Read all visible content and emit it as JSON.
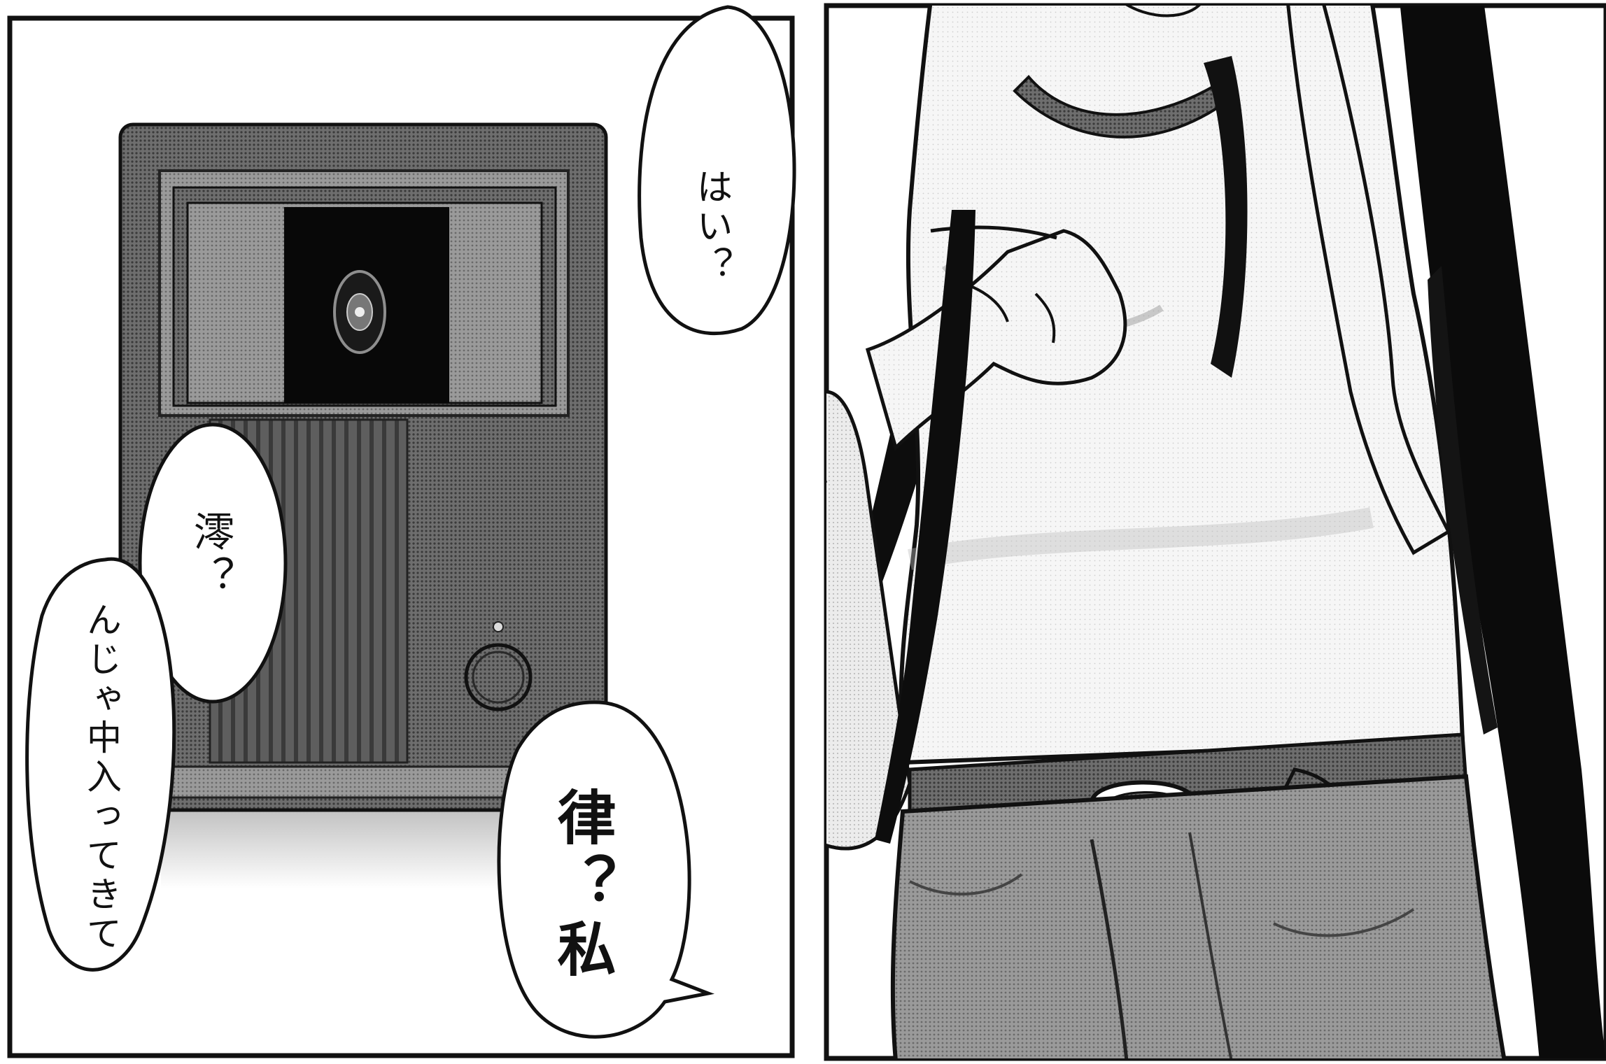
{
  "page": {
    "background": "#ffffff",
    "ink": "#111111",
    "screentone_dark": "#5a5a5a",
    "screentone_mid": "#8a8a8a",
    "screentone_light": "#d9d9d9"
  },
  "panels": {
    "left": {
      "subject": "intercom",
      "bubbles": {
        "hai": "はい？",
        "mio": "澪？",
        "nja": "んじゃ中入ってきて",
        "ritsu": "律？私"
      }
    },
    "right": {
      "subject": "girl-with-bag"
    }
  }
}
